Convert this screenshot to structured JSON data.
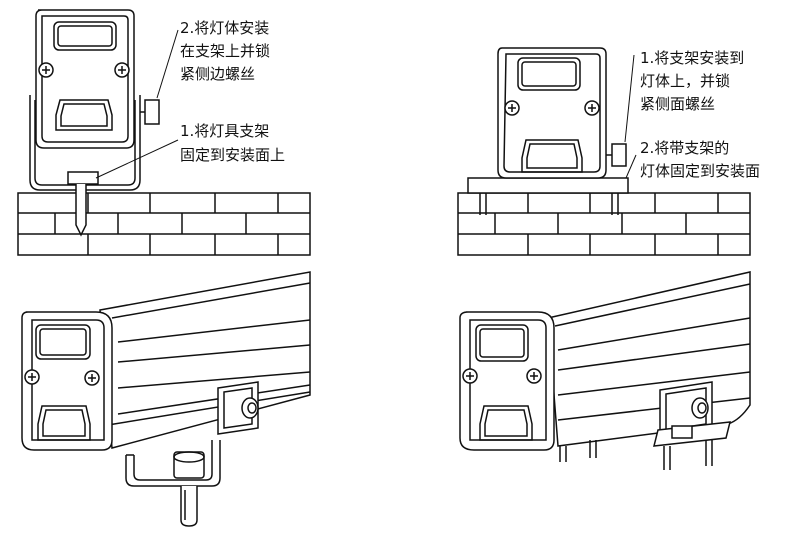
{
  "panels": {
    "top_left": {
      "step2_lines": [
        "2.将灯体安装",
        "在支架上并锁",
        "紧侧边螺丝"
      ],
      "step1_lines": [
        "1.将灯具支架",
        "固定到安装面上"
      ]
    },
    "top_right": {
      "step1_lines": [
        "1.将支架安装到",
        "灯体上，并锁",
        "紧侧面螺丝"
      ],
      "step2_lines": [
        "2.将带支架的",
        "灯体固定到安装面"
      ]
    }
  },
  "colors": {
    "line": "#111111",
    "background": "#ffffff",
    "wall_fill": "#ffffff"
  },
  "icons": [
    "screw-head-icon",
    "mounting-bracket-icon",
    "brick-wall-icon",
    "bolt-icon"
  ]
}
